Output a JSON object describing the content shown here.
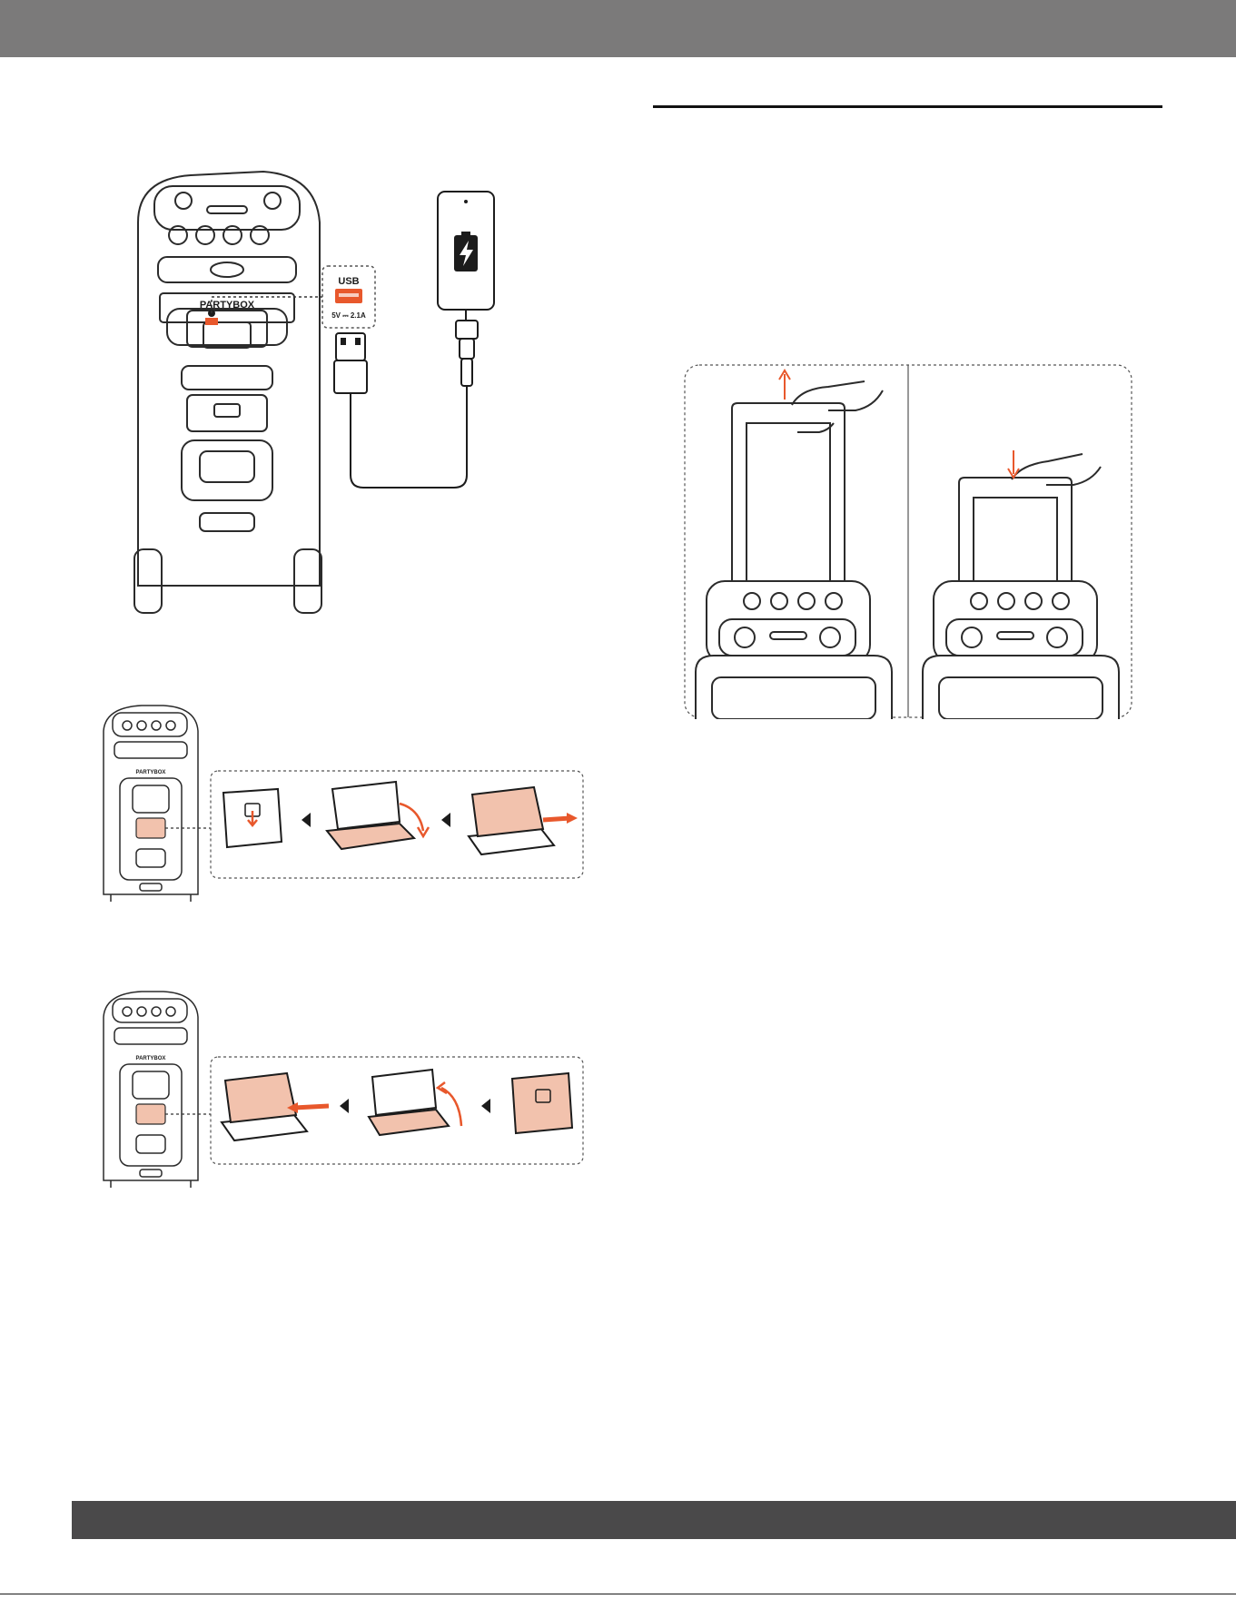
{
  "figure_usb_charging": {
    "speaker_brand_label": "PARTYBOX",
    "usb_label": "USB",
    "usb_rating": "5V ⎓ 2.1A",
    "icons": [
      "speaker-rear-icon",
      "usb-port-icon",
      "usb-a-plug-icon",
      "usb-c-plug-icon",
      "phone-battery-icon"
    ]
  },
  "figure_open_compartment": {
    "speaker_brand_label": "PARTYBOX",
    "steps": 3
  },
  "figure_close_compartment": {
    "speaker_brand_label": "PARTYBOX",
    "steps": 3
  },
  "figure_trolley_handle": {
    "panels": [
      "extend",
      "retract"
    ]
  },
  "colors": {
    "accent": "#e8582c",
    "highlight_fill": "#f2c2ad",
    "header_bar": "#7b7a7a",
    "footer_bar": "#4a494a",
    "line": "#2b2b2b"
  }
}
